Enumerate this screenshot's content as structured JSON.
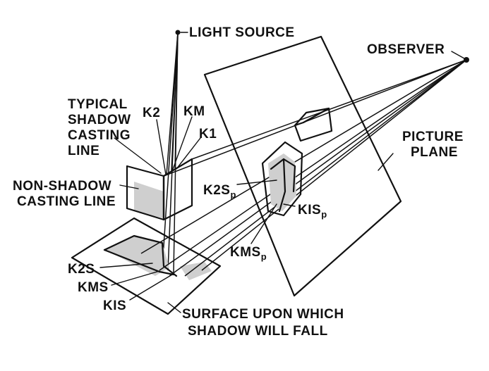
{
  "labels": {
    "light_source": "LIGHT SOURCE",
    "observer": "OBSERVER",
    "typical_1": "TYPICAL",
    "typical_2": "SHADOW",
    "typical_3": "CASTING",
    "typical_4": "LINE",
    "k2": "K2",
    "km": "KM",
    "k1": "K1",
    "non_shadow_1": "NON-SHADOW",
    "non_shadow_2": "CASTING LINE",
    "picture_1": "PICTURE",
    "picture_2": "PLANE",
    "k2sp_main": "K2S",
    "k2sp_sub": "p",
    "kisp_main": "KIS",
    "kisp_sub": "p",
    "kmsp_main": "KMS",
    "kmsp_sub": "p",
    "k2s": "K2S",
    "kms": "KMS",
    "kis": "KIS",
    "surface_1": "SURFACE UPON WHICH",
    "surface_2": "SHADOW WILL FALL"
  }
}
